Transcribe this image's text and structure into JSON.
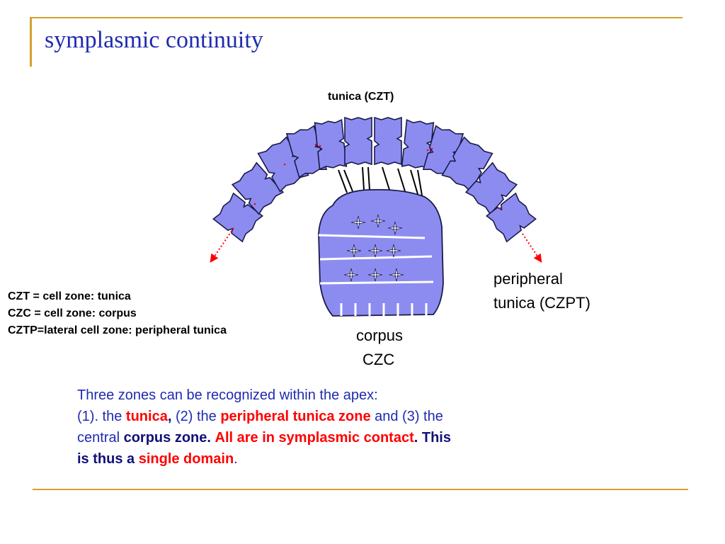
{
  "slide": {
    "title": "symplasmic continuity"
  },
  "diagram": {
    "tunica_label": "tunica (CZT)",
    "peripheral_label_line1": "peripheral",
    "peripheral_label_line2": "tunica (CZPT)",
    "corpus_label_line1": "corpus",
    "corpus_label_line2": "CZC",
    "colors": {
      "cell_fill": "#8c8cf0",
      "cell_stroke": "#1a1a4a",
      "plasmodesmata": "#ff0000",
      "accent_rule": "#d4a22c",
      "title_text": "#1f2bb0"
    }
  },
  "definitions": [
    "CZT = cell zone: tunica",
    "CZC = cell zone: corpus",
    "CZTP=lateral cell zone: peripheral tunica"
  ],
  "explanation": {
    "line1": "Three zones can be recognized within the apex:",
    "l2_a": "(1). the ",
    "l2_tunica": "tunica",
    "l2_comma": ",",
    "l2_b": " (2) the ",
    "l2_peripheral": "peripheral tunica zone",
    "l2_c": " and (3) the",
    "l3_a": "central ",
    "l3_corpus": "corpus zone.",
    "l3_space": " ",
    "l3_all": "All are in symplasmic contact",
    "l3_this": ". This",
    "l4_a": "is thus a ",
    "l4_single": "single domain",
    "l4_dot": "."
  }
}
